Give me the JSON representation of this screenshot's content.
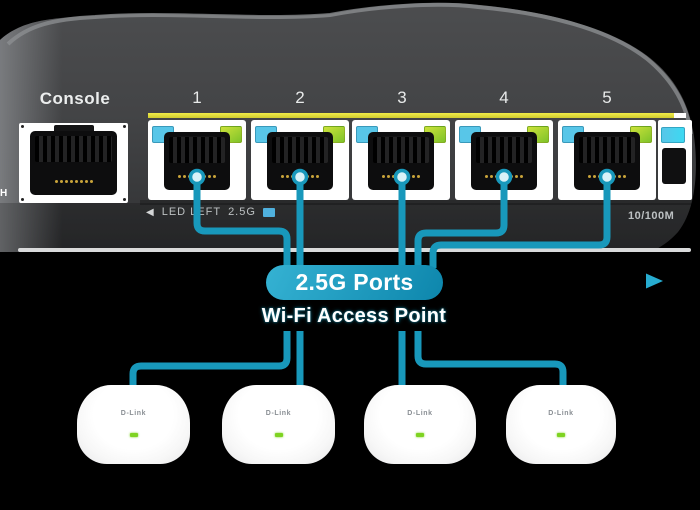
{
  "colors": {
    "background": "#000000",
    "switch_body": "#434446",
    "switch_edge_highlight": "#8e9093",
    "yellow_line": "#cfcb30",
    "port_bg": "#ffffff",
    "led_blue": "#58c6e8",
    "led_cyan": "#3cd9f2",
    "led_green_a": "#cde23a",
    "led_green_b": "#7fc32a",
    "pin_gold": "#c9a43a",
    "cable": "#1898bb",
    "ring_fill": "#d8f2f8",
    "pill_start": "#35b2d3",
    "pill_end": "#0d86ac",
    "legend_square": "#4fb0dd",
    "panel_text": "#bcc0c2",
    "bottom_line": "#d9dadb",
    "ap_led_green": "#7ed321",
    "ap_brand_text": "#8a8f94"
  },
  "switch": {
    "console_label": "Console",
    "port_numbers": [
      "1",
      "2",
      "3",
      "4",
      "5"
    ],
    "led_legend": {
      "arrow_icon": "◀",
      "label": "LED LEFT",
      "speed": "2.5G"
    },
    "uplink_label": "10/100M",
    "edge_artifact": "H"
  },
  "callout": {
    "pill_label": "2.5G Ports",
    "caption": "Wi-Fi Access Point"
  },
  "access_points": [
    {
      "brand": "D-Link"
    },
    {
      "brand": "D-Link"
    },
    {
      "brand": "D-Link"
    },
    {
      "brand": "D-Link"
    }
  ]
}
